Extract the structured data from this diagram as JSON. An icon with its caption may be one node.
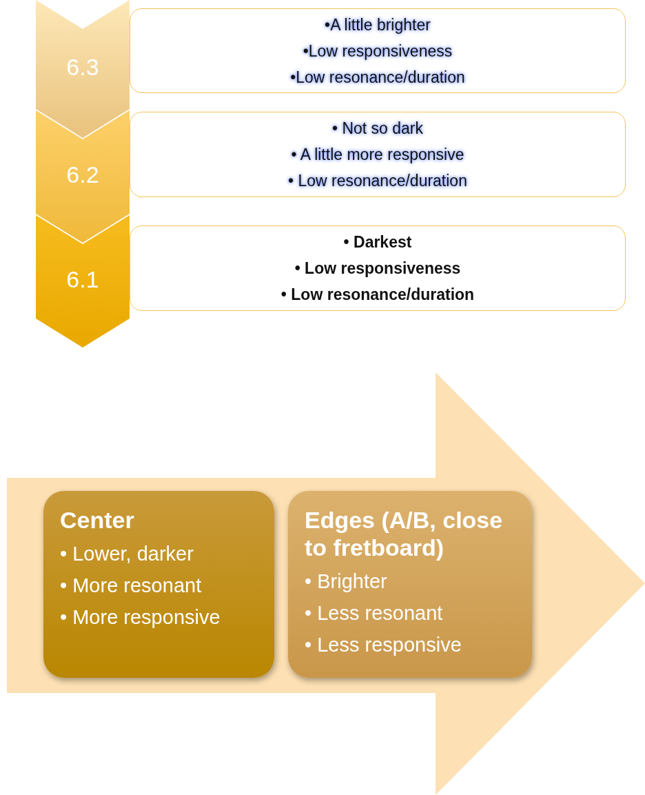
{
  "diagram": {
    "nodes": [
      {
        "text": [
          "6.3"
        ]
      },
      {
        "text": [
          "•A little brighter",
          "•Low responsiveness",
          "•Low resonance/duration"
        ]
      },
      {
        "text": [
          "6.2"
        ]
      },
      {
        "text": [
          "• Not so dark",
          "• A little more responsive",
          "• Low resonance/duration"
        ]
      },
      {
        "text": [
          "6.1"
        ]
      },
      {
        "text": [
          "• Darkest",
          "• Low responsiveness",
          "• Low resonance/duration"
        ]
      },
      {
        "text": [],
        "shape": "arrow"
      },
      {
        "text": [
          "Center",
          "• Lower, darker",
          "• More resonant",
          "• More responsive"
        ],
        "in": 6
      },
      {
        "text": [
          "Edges (A/B, close to fretboard)",
          "• Brighter",
          "• Less resonant",
          "• Less responsive"
        ],
        "in": 6
      }
    ]
  }
}
